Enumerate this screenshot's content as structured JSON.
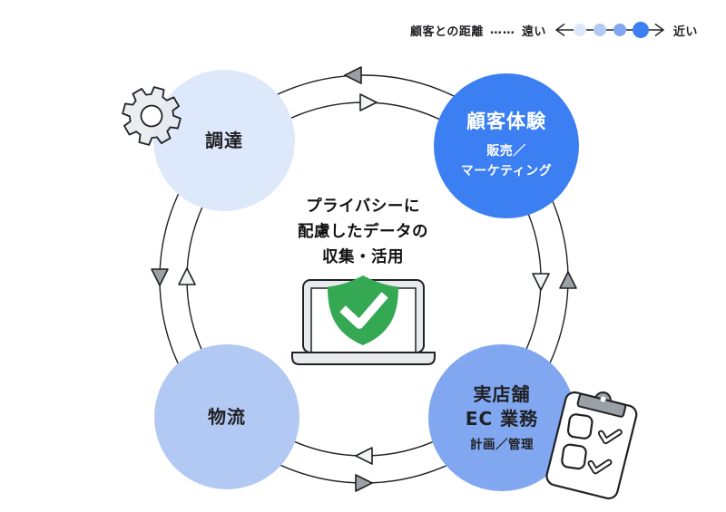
{
  "legend": {
    "label": "顧客との距離",
    "leader": "……",
    "far_label": "遠い",
    "near_label": "近い",
    "scale_colors": [
      "#dde8fb",
      "#b2c9f3",
      "#80a7f0",
      "#3c7ff3"
    ]
  },
  "cycle": {
    "outer_direction": "counterclockwise",
    "inner_direction": "clockwise",
    "line_color": "#202124",
    "outer_arrow_color": "#9aa0a6",
    "inner_arrow_color": "#f1f3f4"
  },
  "nodes": {
    "procurement": {
      "label": "調達",
      "color": "#dde8fb"
    },
    "customer_experience": {
      "title": "顧客体験",
      "sub1": "販売／",
      "sub2": "マーケティング",
      "color": "#3c7ff3"
    },
    "logistics": {
      "label": "物流",
      "color": "#b2c9f3"
    },
    "store_ec": {
      "title1": "実店舗",
      "title2": "EC 業務",
      "sub": "計画／管理",
      "color": "#80a7f0"
    }
  },
  "center": {
    "line1": "プライバシーに",
    "line2": "配慮したデータの",
    "line3": "収集・活用",
    "shield_color": "#34a853"
  },
  "icons": {
    "gear": "gear-icon",
    "laptop": "laptop-privacy-shield-icon",
    "clipboard": "clipboard-checklist-icon"
  }
}
